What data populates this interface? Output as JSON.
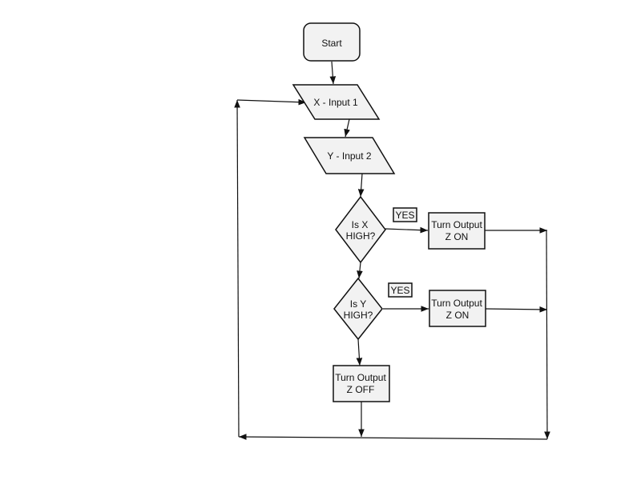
{
  "nodes": {
    "start": "Start",
    "input_x": "X - Input 1",
    "input_y": "Y - Input 2",
    "decision_x": [
      "Is X",
      "HIGH?"
    ],
    "decision_y": [
      "Is Y",
      "HIGH?"
    ],
    "output_x_on": [
      "Turn Output",
      "Z ON"
    ],
    "output_y_on": [
      "Turn Output",
      "Z ON"
    ],
    "output_off": [
      "Turn Output",
      "Z OFF"
    ]
  },
  "edge_labels": {
    "x_yes": "YES",
    "y_yes": "YES"
  },
  "colors": {
    "fill": "#f2f2f2",
    "stroke": "#111111",
    "background": "#ffffff"
  }
}
